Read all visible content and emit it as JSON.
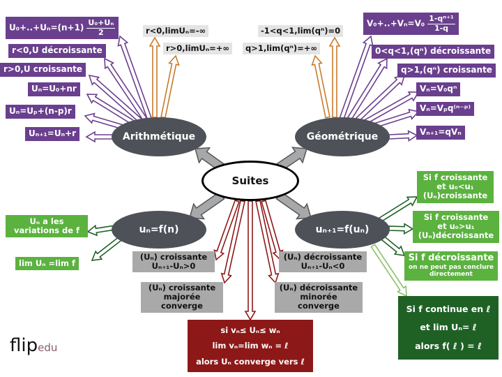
{
  "center": {
    "label": "Suites"
  },
  "nodes": {
    "arith": "Arithmétique",
    "geom": "Géométrique",
    "explicit": "uₙ=f(n)",
    "recur": "uₙ₊₁=f(uₙ)"
  },
  "arith_props": [
    {
      "text": "U₀+..+Uₙ=(n+1)",
      "frac_num": "U₀+Uₙ",
      "frac_den": "2"
    },
    {
      "text": "r<0,U décroissante"
    },
    {
      "text": "r>0,U croissante"
    },
    {
      "text": "Uₙ=U₀+nr"
    },
    {
      "text": "Uₙ=Uₚ+(n-p)r"
    },
    {
      "text": "Uₙ₊₁=Uₙ+r"
    }
  ],
  "arith_limits": [
    "r<0,limUₙ=-∞",
    "r>0,limUₙ=+∞"
  ],
  "geom_limits": [
    "-1<q<1,lim(qⁿ)=0",
    "q>1,lim(qⁿ)=+∞"
  ],
  "geom_props": [
    {
      "text": "V₀+..+Vₙ=V₀",
      "frac_num": "1-qⁿ⁺¹",
      "frac_den": "1-q"
    },
    {
      "text": "0<q<1,(qⁿ) décroissante"
    },
    {
      "text": "q>1,(qⁿ) croissante"
    },
    {
      "text": "Vₙ=V₀qⁿ"
    },
    {
      "text": "Vₙ=Vₚq⁽ⁿ⁻ᵖ⁾"
    },
    {
      "text": "Vₙ₊₁=qVₙ"
    }
  ],
  "explicit_props": [
    {
      "line1": "Uₙ a les",
      "line2": "variations de f"
    },
    {
      "line1": "lim Uₙ =lim f"
    }
  ],
  "monotony": [
    {
      "line1": "(Uₙ) croissante",
      "line2": "Uₙ₊₁-Uₙ>0"
    },
    {
      "line1": "(Uₙ) décroissante",
      "line2": "Uₙ₊₁-Uₙ<0"
    },
    {
      "line1": "(Uₙ) croissante",
      "line2": "majorée",
      "line3": "converge"
    },
    {
      "line1": "(Uₙ) décroissante",
      "line2": "minorée",
      "line3": "converge"
    }
  ],
  "squeeze": {
    "line1": "si vₙ≤ Uₙ≤ wₙ",
    "line2": "lim vₙ=lim wₙ = ℓ",
    "line3": "alors Uₙ converge vers ℓ"
  },
  "recur_props": [
    {
      "line1": "Si f croissante",
      "line2": "et u₀<u₁",
      "line3": "(Uₙ)croissante"
    },
    {
      "line1": "Si f croissante",
      "line2": "et u₀>u₁",
      "line3": "(Uₙ)décroissante"
    },
    {
      "line1": "Si f décroissante",
      "line2": "on ne peut pas conclure",
      "line3": "directement"
    }
  ],
  "fixed_point": {
    "line1": "Si f continue en ℓ",
    "line2": "et lim Uₙ= ℓ",
    "line3": "alors f( ℓ ) = ℓ"
  },
  "logo": {
    "flip": "flip",
    "edu": "edu"
  },
  "colors": {
    "purple": "#6a3f8e",
    "orange": "#c97a2a",
    "green": "#5bb23f",
    "dark_green": "#1f6125",
    "dark_red": "#8d1818",
    "node": "#4e5258"
  }
}
